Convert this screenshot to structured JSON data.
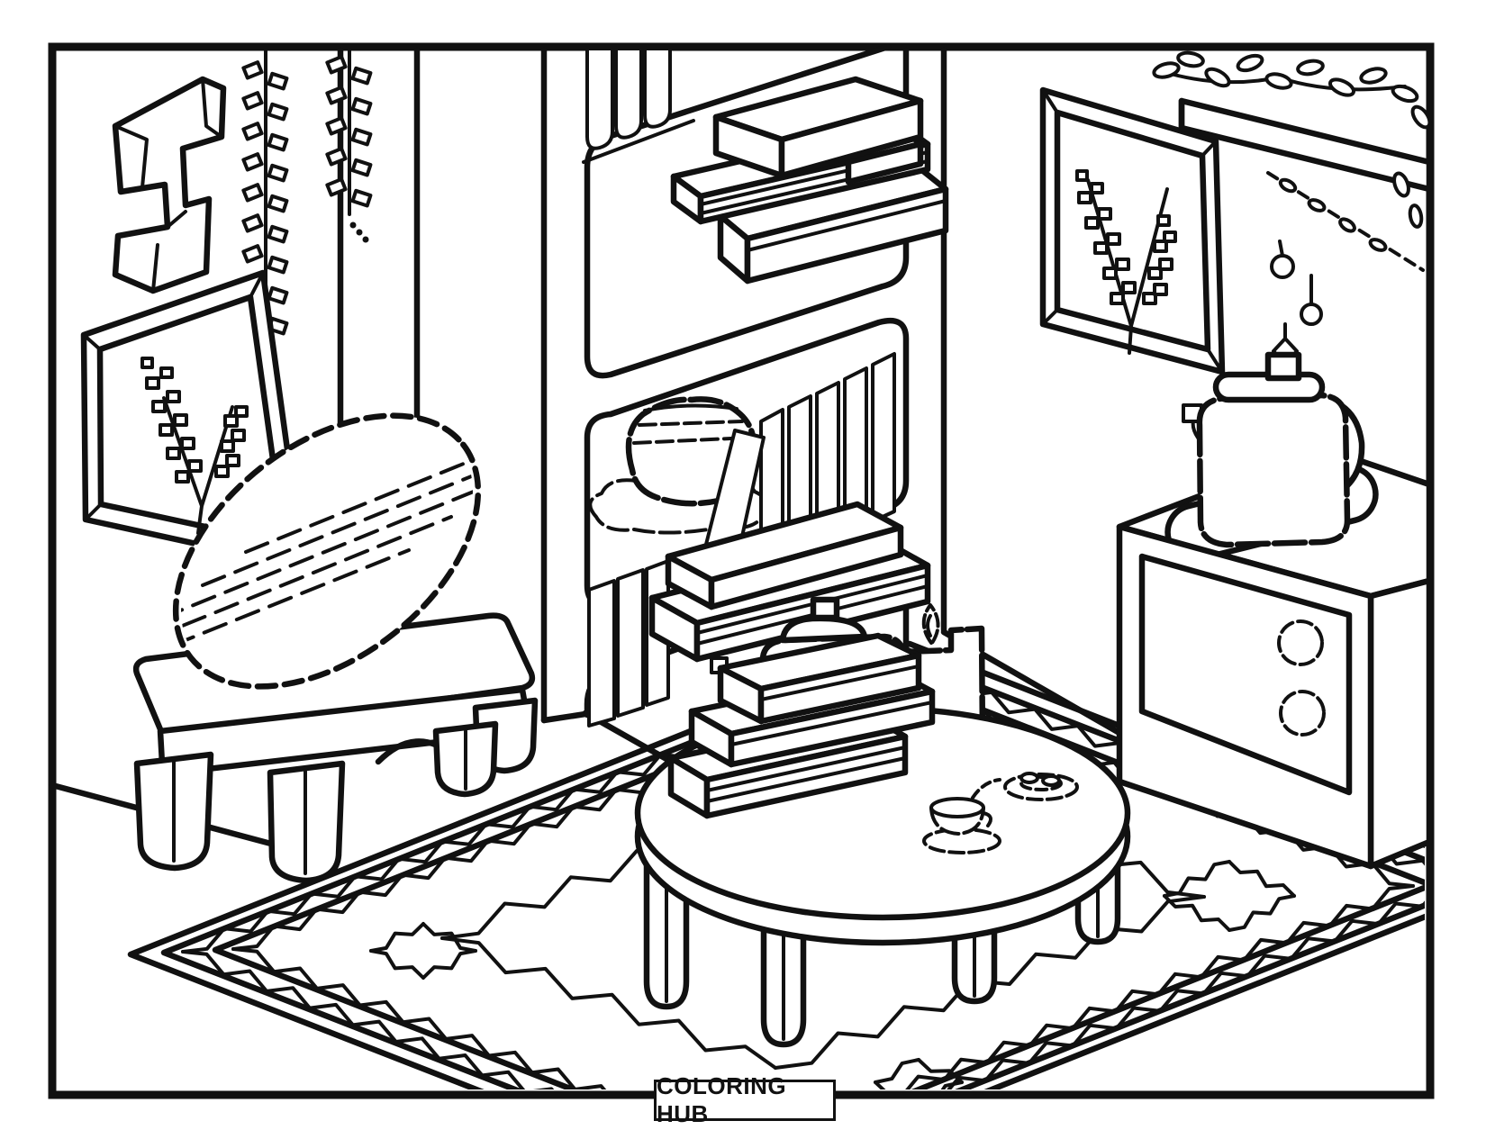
{
  "page": {
    "kind": "coloring-book printable page",
    "background_color": "#ffffff",
    "line_color": "#111111"
  },
  "footer": {
    "brand_label": "COLORING HUB"
  },
  "scene": {
    "room": "cozy living room, isometric pixel-style line art",
    "elements": [
      {
        "name": "abstract-wall-art",
        "desc": "chunky 3D abstract relief sculpture, top left wall"
      },
      {
        "name": "picture-frame-left",
        "desc": "tilted square frame with lavender sprig"
      },
      {
        "name": "hanging-garland-1",
        "desc": "long leafy string garland from ceiling"
      },
      {
        "name": "hanging-garland-2",
        "desc": "short leafy string garland from ceiling"
      },
      {
        "name": "bookshelf",
        "desc": "tall shelf unit with three compartments"
      },
      {
        "name": "book-stack-top",
        "desc": "stack of horizontal books, top shelf"
      },
      {
        "name": "fruit-bowl",
        "desc": "round bowl on doily plate, middle shelf"
      },
      {
        "name": "bookshelf-books-middle",
        "desc": "row of vertical book spines and leaning book"
      },
      {
        "name": "bookshelf-books-bottom",
        "desc": "lying book stack and vertical spines, bottom shelf"
      },
      {
        "name": "picture-frame-right",
        "desc": "tilted frame with lavender sprig, right wall"
      },
      {
        "name": "plant-shelf",
        "desc": "wall ledge with trailing plant, top right"
      },
      {
        "name": "hanging-ornaments",
        "desc": "string of beads and pendants under ledge"
      },
      {
        "name": "stove-cabinet",
        "desc": "cabinet stove with burner plate and two knobs"
      },
      {
        "name": "kettle",
        "desc": "pixel-style kettle with spout and handle on burner"
      },
      {
        "name": "bench",
        "desc": "low wooden bench with four rounded legs"
      },
      {
        "name": "striped-cushion",
        "desc": "big diagonal-striped cushion leaning on wall"
      },
      {
        "name": "coffee-table",
        "desc": "round low table with four cylindrical legs"
      },
      {
        "name": "table-book-stack",
        "desc": "staircase stack of three books on table"
      },
      {
        "name": "teapot",
        "desc": "pixel-style teapot behind book stack"
      },
      {
        "name": "candle",
        "desc": "lit pillar candle with flame"
      },
      {
        "name": "teacup",
        "desc": "teacup on saucer with steam"
      },
      {
        "name": "cookie-plate",
        "desc": "small oval plate with cookies"
      },
      {
        "name": "area-rug",
        "desc": "large diamond rug with zigzag border bands and diamond motifs"
      }
    ]
  }
}
